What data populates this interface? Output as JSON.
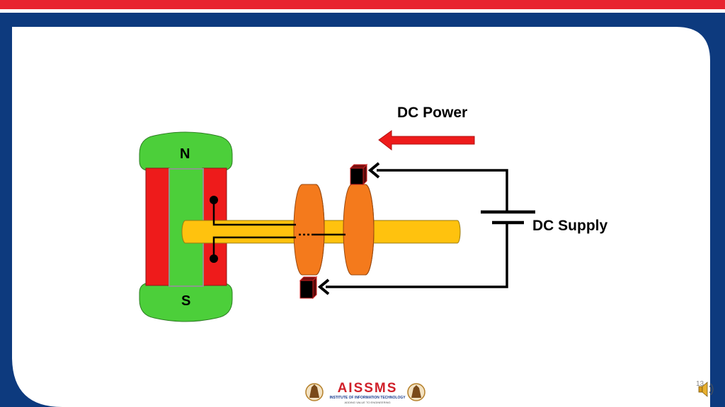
{
  "diagram": {
    "power_label": "DC Power",
    "supply_label": "DC  Supply",
    "north_pole": "N",
    "south_pole": "S"
  },
  "footer": {
    "logo_name": "AISSMS",
    "logo_subtitle": "INSTITUTE OF INFORMATION TECHNOLOGY",
    "logo_tagline": "ADDING VALUE TO ENGINEERING",
    "slide_number": "13"
  },
  "colors": {
    "header_red": "#e8232f",
    "frame_blue": "#0d3a7e",
    "pole_green": "#4ccf3a",
    "winding_red": "#ee1b1b",
    "shaft_yellow": "#ffc20e",
    "slip_ring_orange": "#f47a1c",
    "brush_black": "#000000",
    "arrow_red": "#ee1b1b"
  },
  "icons": [
    "speaker-icon",
    "logo-emblem-left",
    "logo-emblem-right"
  ]
}
